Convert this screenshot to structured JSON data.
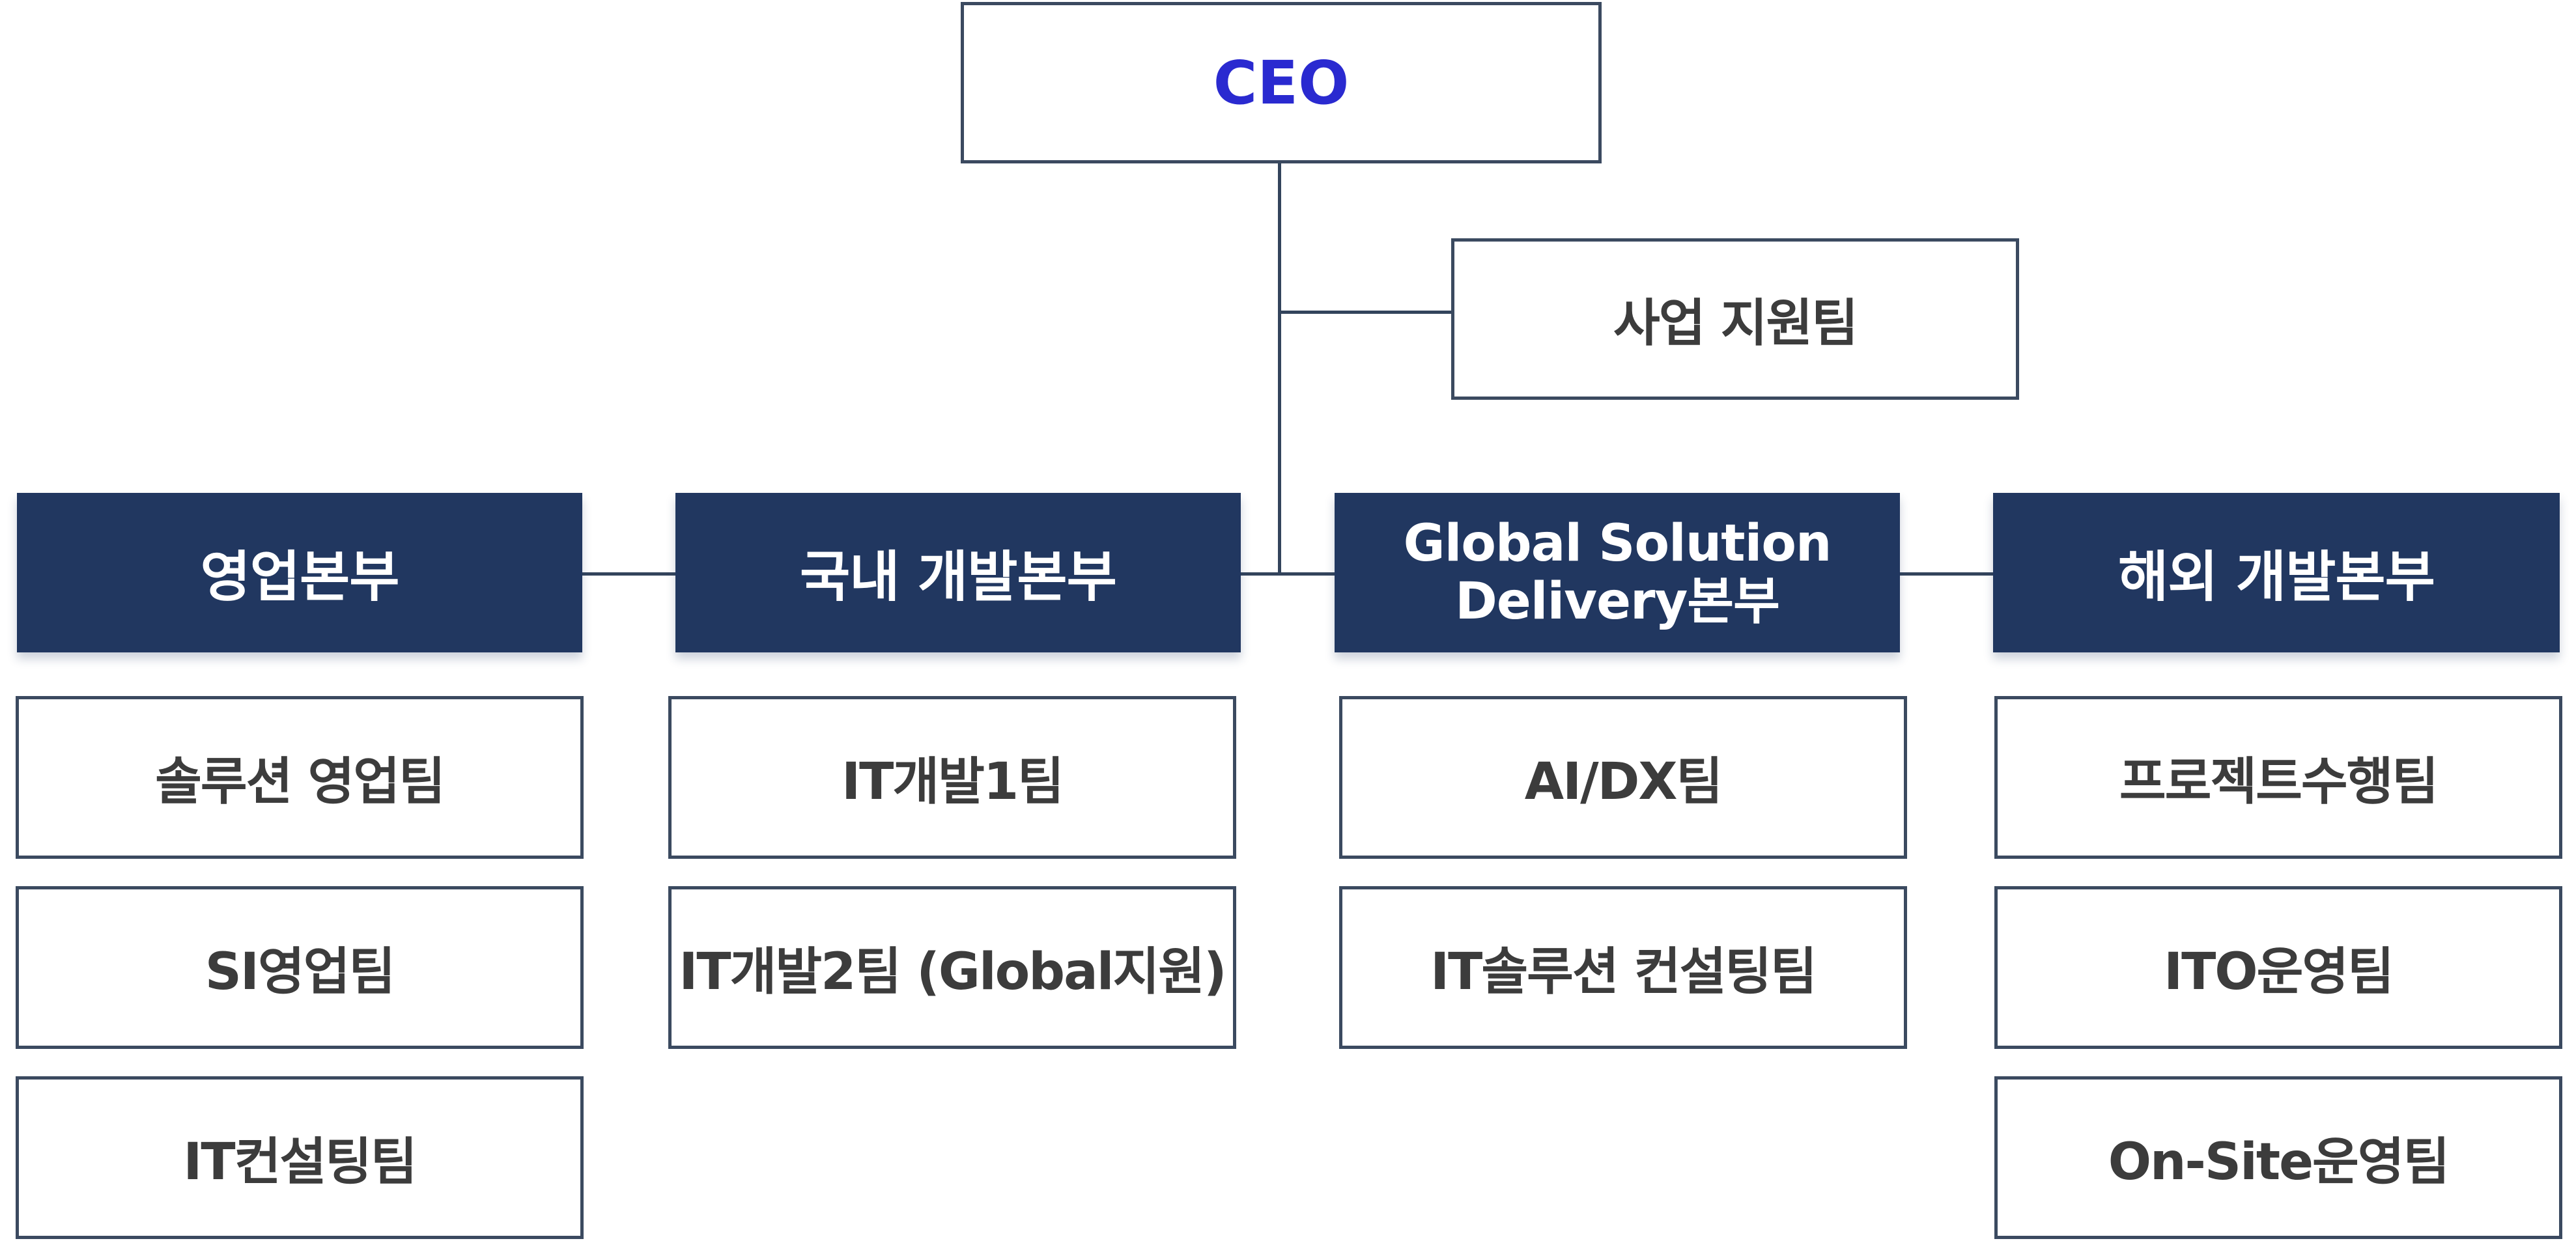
{
  "ceo": {
    "label": "CEO"
  },
  "support_team": {
    "label": "사업 지원팀"
  },
  "divisions": [
    {
      "name": "영업본부",
      "teams": [
        "솔루션 영업팀",
        "SI영업팀",
        "IT컨설팅팀"
      ]
    },
    {
      "name": "국내 개발본부",
      "teams": [
        "IT개발1팀",
        "IT개발2팀 (Global지원)"
      ]
    },
    {
      "name_line1": "Global Solution",
      "name_line2": "Delivery본부",
      "teams": [
        "AI/DX팀",
        "IT솔루션 컨설팅팀"
      ]
    },
    {
      "name": "해외 개발본부",
      "teams": [
        "프로젝트수행팀",
        "ITO운영팀",
        "On-Site운영팀"
      ]
    }
  ],
  "colors": {
    "ceo_text": "#2a2ad0",
    "division_fill": "#213760",
    "box_border": "#3b4a60",
    "connector": "#33445c"
  }
}
